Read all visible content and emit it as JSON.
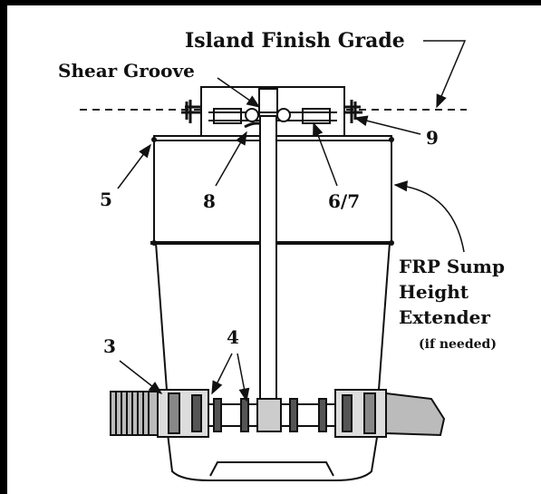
{
  "labels": {
    "island_finish_grade": "Island Finish Grade",
    "shear_groove": "Shear Groove",
    "part_9": "9",
    "part_5": "5",
    "part_8": "8",
    "part_6_7": "6/7",
    "frp_line1": "FRP Sump",
    "frp_line2": "Height",
    "frp_line3": "Extender",
    "frp_note": "(if needed)",
    "part_3": "3",
    "part_4": "4"
  }
}
